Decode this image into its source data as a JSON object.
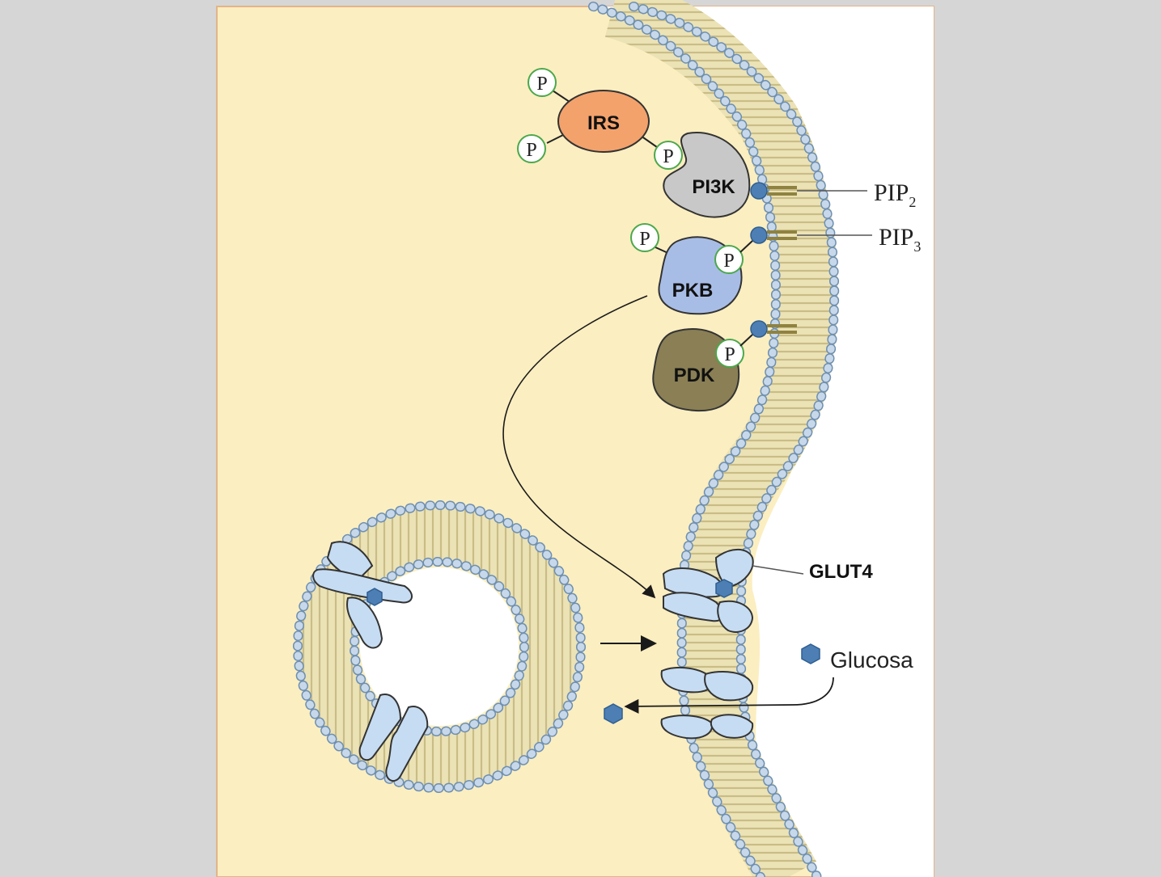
{
  "diagram": {
    "proteins": {
      "irs": "IRS",
      "pi3k": "PI3K",
      "pkb": "PKB",
      "pdk": "PDK"
    },
    "phosphate_label": "P",
    "lipids": {
      "pip2_base": "PIP",
      "pip2_sub": "2",
      "pip3_base": "PIP",
      "pip3_sub": "3"
    },
    "transporter_label": "GLUT4",
    "glucose_label": "Glucosa",
    "colors": {
      "background": "#d6d6d6",
      "cytoplasm": "#fbeec0",
      "extracellular": "#ffffff",
      "lipid_head": "#c7d8ea",
      "lipid_head_stroke": "#6e8fb0",
      "lipid_tail": "#d9cf9a",
      "irs": "#f3a26c",
      "pi3k": "#c8c8c8",
      "pkb": "#a8bde6",
      "pdk": "#8a7f55",
      "phosphate_ring": "#4ca84c",
      "glut4": "#c6dcf2",
      "glucose": "#4d7fb5"
    }
  }
}
